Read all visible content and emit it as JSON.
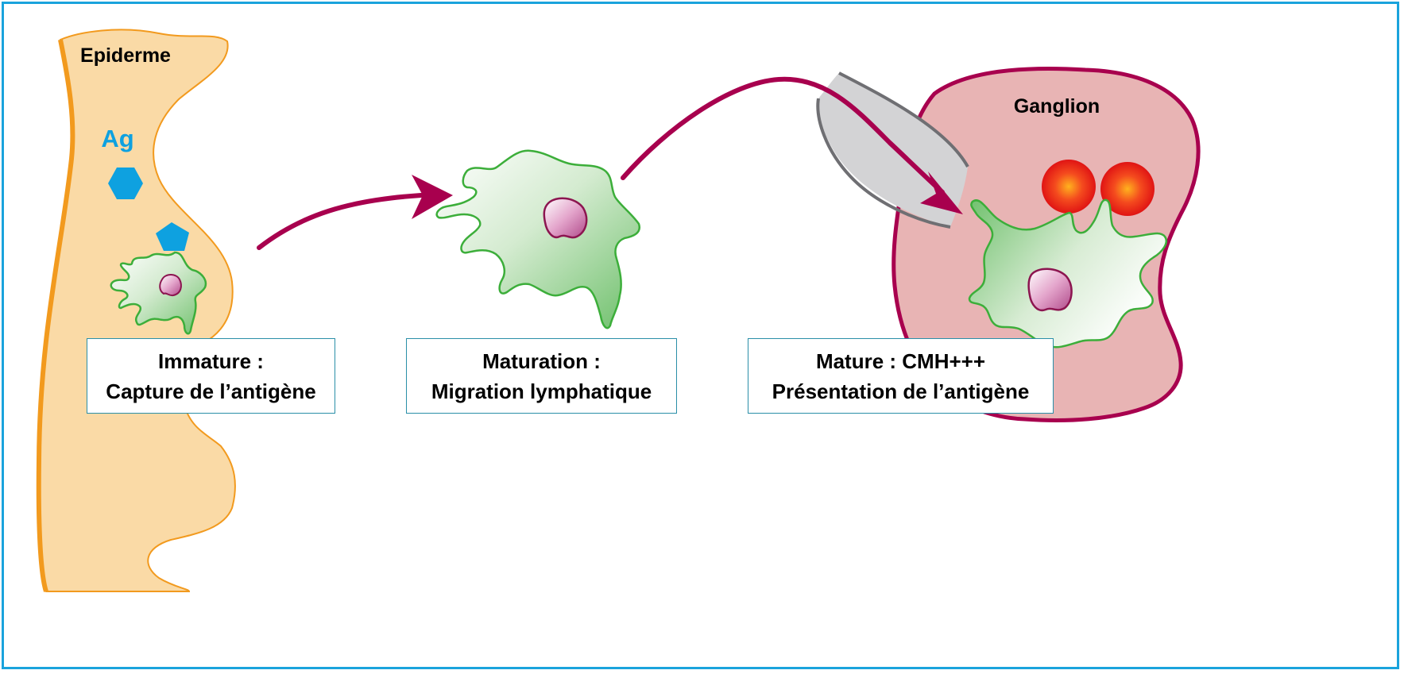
{
  "labels": {
    "epiderme": "Epiderme",
    "antigen": "Ag",
    "ganglion": "Ganglion"
  },
  "stages": [
    {
      "line1": "Immature :",
      "line2": "Capture de l’antigène"
    },
    {
      "line1": "Maturation :",
      "line2": "Migration lymphatique"
    },
    {
      "line1": "Mature : CMH+++",
      "line2": "Présentation de l’antigène"
    }
  ],
  "colors": {
    "frame": "#1aa3dc",
    "epidermis_fill": "#fadaa6",
    "epidermis_outline": "#f29a1e",
    "antigen": "#0ea1e0",
    "arrow": "#a8004e",
    "cell_outline": "#3cae3a",
    "nucleus_outline": "#8c1550",
    "ganglion_fill": "#e8b4b4",
    "ganglion_outline": "#a8004e",
    "vessel_fill": "#d3d3d5",
    "lymphocyte": "#e8261c"
  }
}
